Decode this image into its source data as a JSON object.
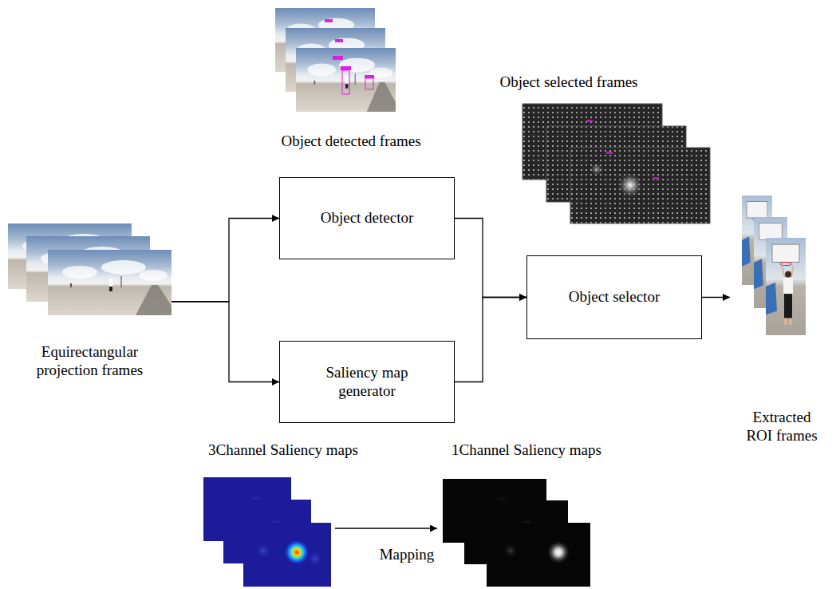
{
  "diagram": {
    "nodes": [
      {
        "text": [
          "Equirectangular projection frames"
        ]
      },
      {
        "text": [
          "Object detector"
        ]
      },
      {
        "text": [
          "Saliency map generator"
        ]
      },
      {
        "text": [
          "Object selector"
        ]
      },
      {
        "text": [
          "Extracted ROI frames"
        ]
      }
    ],
    "edges": [
      {
        "from": 0,
        "to": 1,
        "arrow": "to"
      },
      {
        "from": 0,
        "to": 2,
        "arrow": "to"
      },
      {
        "from": 1,
        "to": 3,
        "arrow": "to"
      },
      {
        "from": 2,
        "to": 3,
        "arrow": "to"
      },
      {
        "from": 3,
        "to": 4,
        "arrow": "to"
      }
    ],
    "labels": [
      "Object detected frames",
      "Object selected frames",
      "3Channel Saliency maps",
      "Mapping",
      "1Channel Saliency maps"
    ]
  }
}
